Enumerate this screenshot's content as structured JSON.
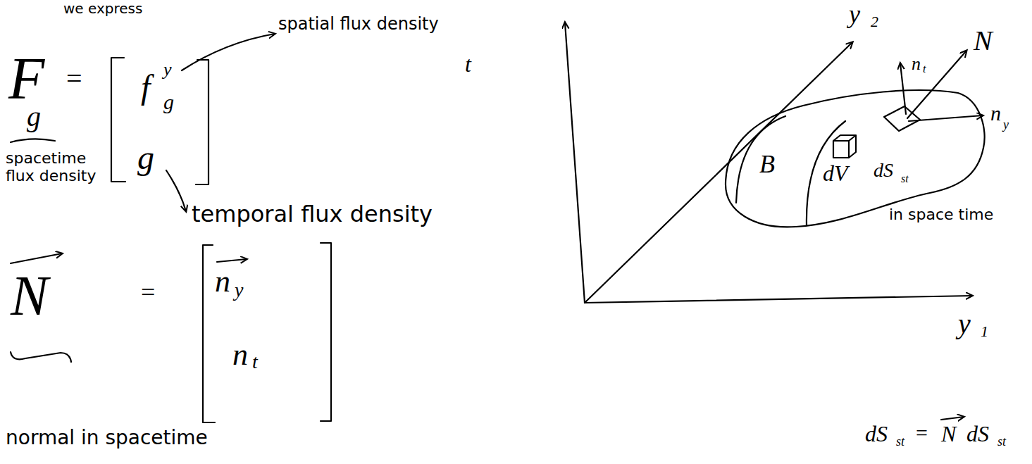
{
  "diagram": {
    "labels": [
      "we express",
      "spatial flux density",
      "F",
      "g",
      "=",
      "f",
      "y",
      "g",
      "g",
      "spacetime flux density",
      "temporal flux density",
      "t",
      "N",
      "=",
      "n",
      "y",
      "n",
      "t",
      "normal in spacetime",
      "y",
      "2",
      "y",
      "1",
      "n",
      "t",
      "N",
      "n",
      "y",
      "B",
      "dV",
      "dS",
      "st",
      "in space time",
      "dS",
      "st",
      "=",
      "N",
      "dS",
      "st"
    ]
  }
}
